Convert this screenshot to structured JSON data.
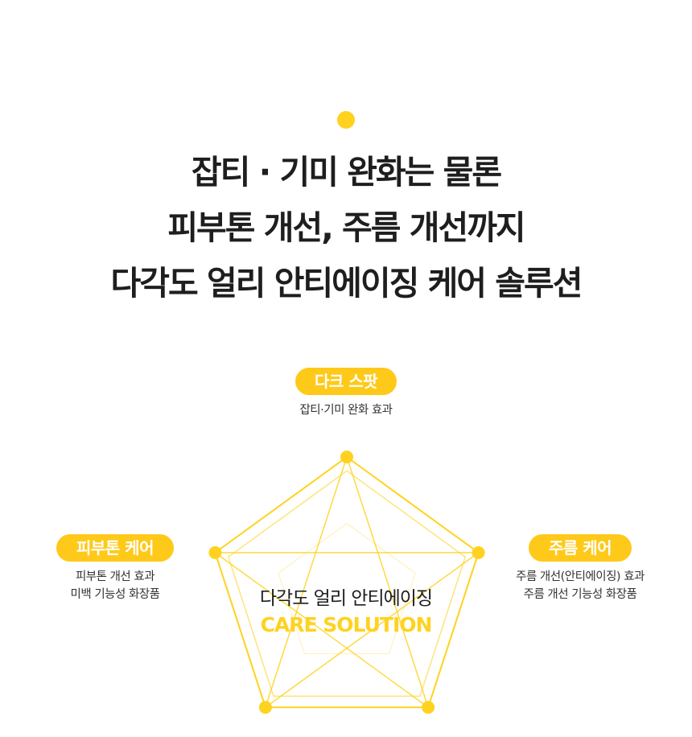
{
  "headline": {
    "line1": "잡티 · 기미 완화는 물론",
    "line2": "피부톤 개선, 주름 개선까지",
    "line3": "다각도 얼리 안티에이징 케어 솔루션"
  },
  "features": {
    "top": {
      "label": "다크 스팟",
      "desc1": "잡티·기미 완화 효과"
    },
    "left": {
      "label": "피부톤 케어",
      "desc1": "피부톤 개선 효과",
      "desc2": "미백 기능성 화장품"
    },
    "right": {
      "label": "주름 케어",
      "desc1": "주름 개선(안티에이징) 효과",
      "desc2": "주름 개선 기능성 화장품"
    }
  },
  "center": {
    "title": "다각도 얼리 안티에이징",
    "subtitle": "CARE SOLUTION"
  },
  "colors": {
    "accent": "#ffd21f",
    "badge": "#ffc91a",
    "text": "#1e1e1e"
  }
}
